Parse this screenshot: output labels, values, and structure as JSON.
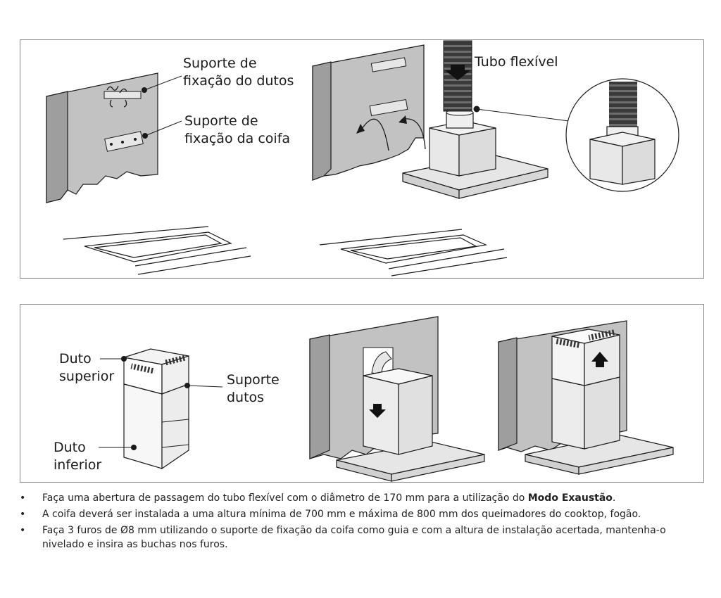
{
  "top_panel": {
    "label_duct_bracket": [
      "Suporte de",
      "fixação do dutos"
    ],
    "label_hood_bracket": [
      "Suporte de",
      "fixação da coifa"
    ],
    "label_flex_tube": "Tubo flexível"
  },
  "bottom_panel": {
    "label_upper_duct": [
      "Duto",
      "superior"
    ],
    "label_duct_support": [
      "Suporte",
      "dutos"
    ],
    "label_lower_duct": [
      "Duto",
      "inferior"
    ]
  },
  "notes": [
    {
      "text": "Faça uma abertura de passagem do tubo flexível com o diâmetro  de 170 mm para a utilização do ",
      "bold": "Modo Exaustão",
      "tail": "."
    },
    {
      "text": "A coifa deverá ser instalada a uma altura mínima de 700 mm e máxima de 800 mm dos queimadores do cooktop, fogão.",
      "bold": "",
      "tail": ""
    },
    {
      "text": "Faça 3 furos de Ø8 mm utilizando o suporte de fixação da coifa como guia e com a altura de instalação acertada, mantenha-o nivelado e insira as buchas nos furos.",
      "bold": "",
      "tail": ""
    }
  ],
  "bullet_symbol": "•",
  "colors": {
    "panel_border": "#8a8a8a",
    "wall_fill": "#bdbdbd",
    "steel_fill": "#e6e6e6",
    "line": "#1a1a1a"
  }
}
